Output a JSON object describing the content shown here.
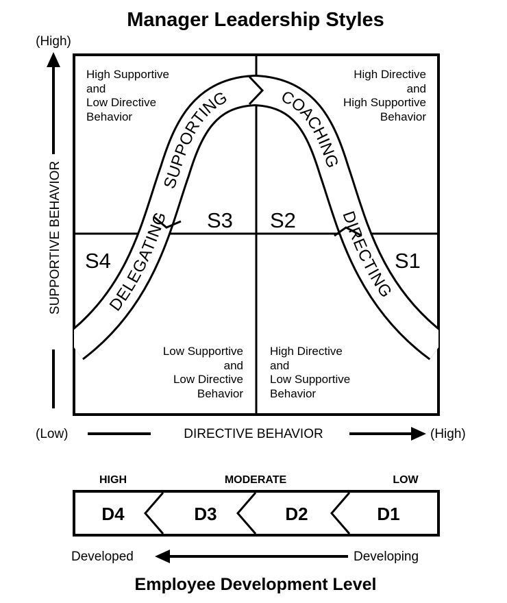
{
  "title": "Manager Leadership Styles",
  "y_axis": {
    "label": "SUPPORTIVE BEHAVIOR",
    "high": "(High)"
  },
  "x_axis": {
    "label": "DIRECTIVE BEHAVIOR",
    "low": "(Low)",
    "high": "(High)"
  },
  "quadrants": {
    "top_left": [
      "High Supportive",
      "and",
      "Low Directive",
      "Behavior"
    ],
    "top_right": [
      "High Directive",
      "and",
      "High Supportive",
      "Behavior"
    ],
    "bottom_left": [
      "Low Supportive",
      "and",
      "Low Directive",
      "Behavior"
    ],
    "bottom_right": [
      "High Directive",
      "and",
      "Low Supportive",
      "Behavior"
    ]
  },
  "styles": {
    "s1": "S1",
    "s2": "S2",
    "s3": "S3",
    "s4": "S4"
  },
  "curve_labels": {
    "delegating": "DELEGATING",
    "supporting": "SUPPORTING",
    "coaching": "COACHING",
    "directing": "DIRECTING"
  },
  "development": {
    "levels": {
      "high": "HIGH",
      "moderate": "MODERATE",
      "low": "LOW"
    },
    "stages": [
      "D4",
      "D3",
      "D2",
      "D1"
    ],
    "developed": "Developed",
    "developing": "Developing",
    "footer": "Employee Development Level"
  }
}
